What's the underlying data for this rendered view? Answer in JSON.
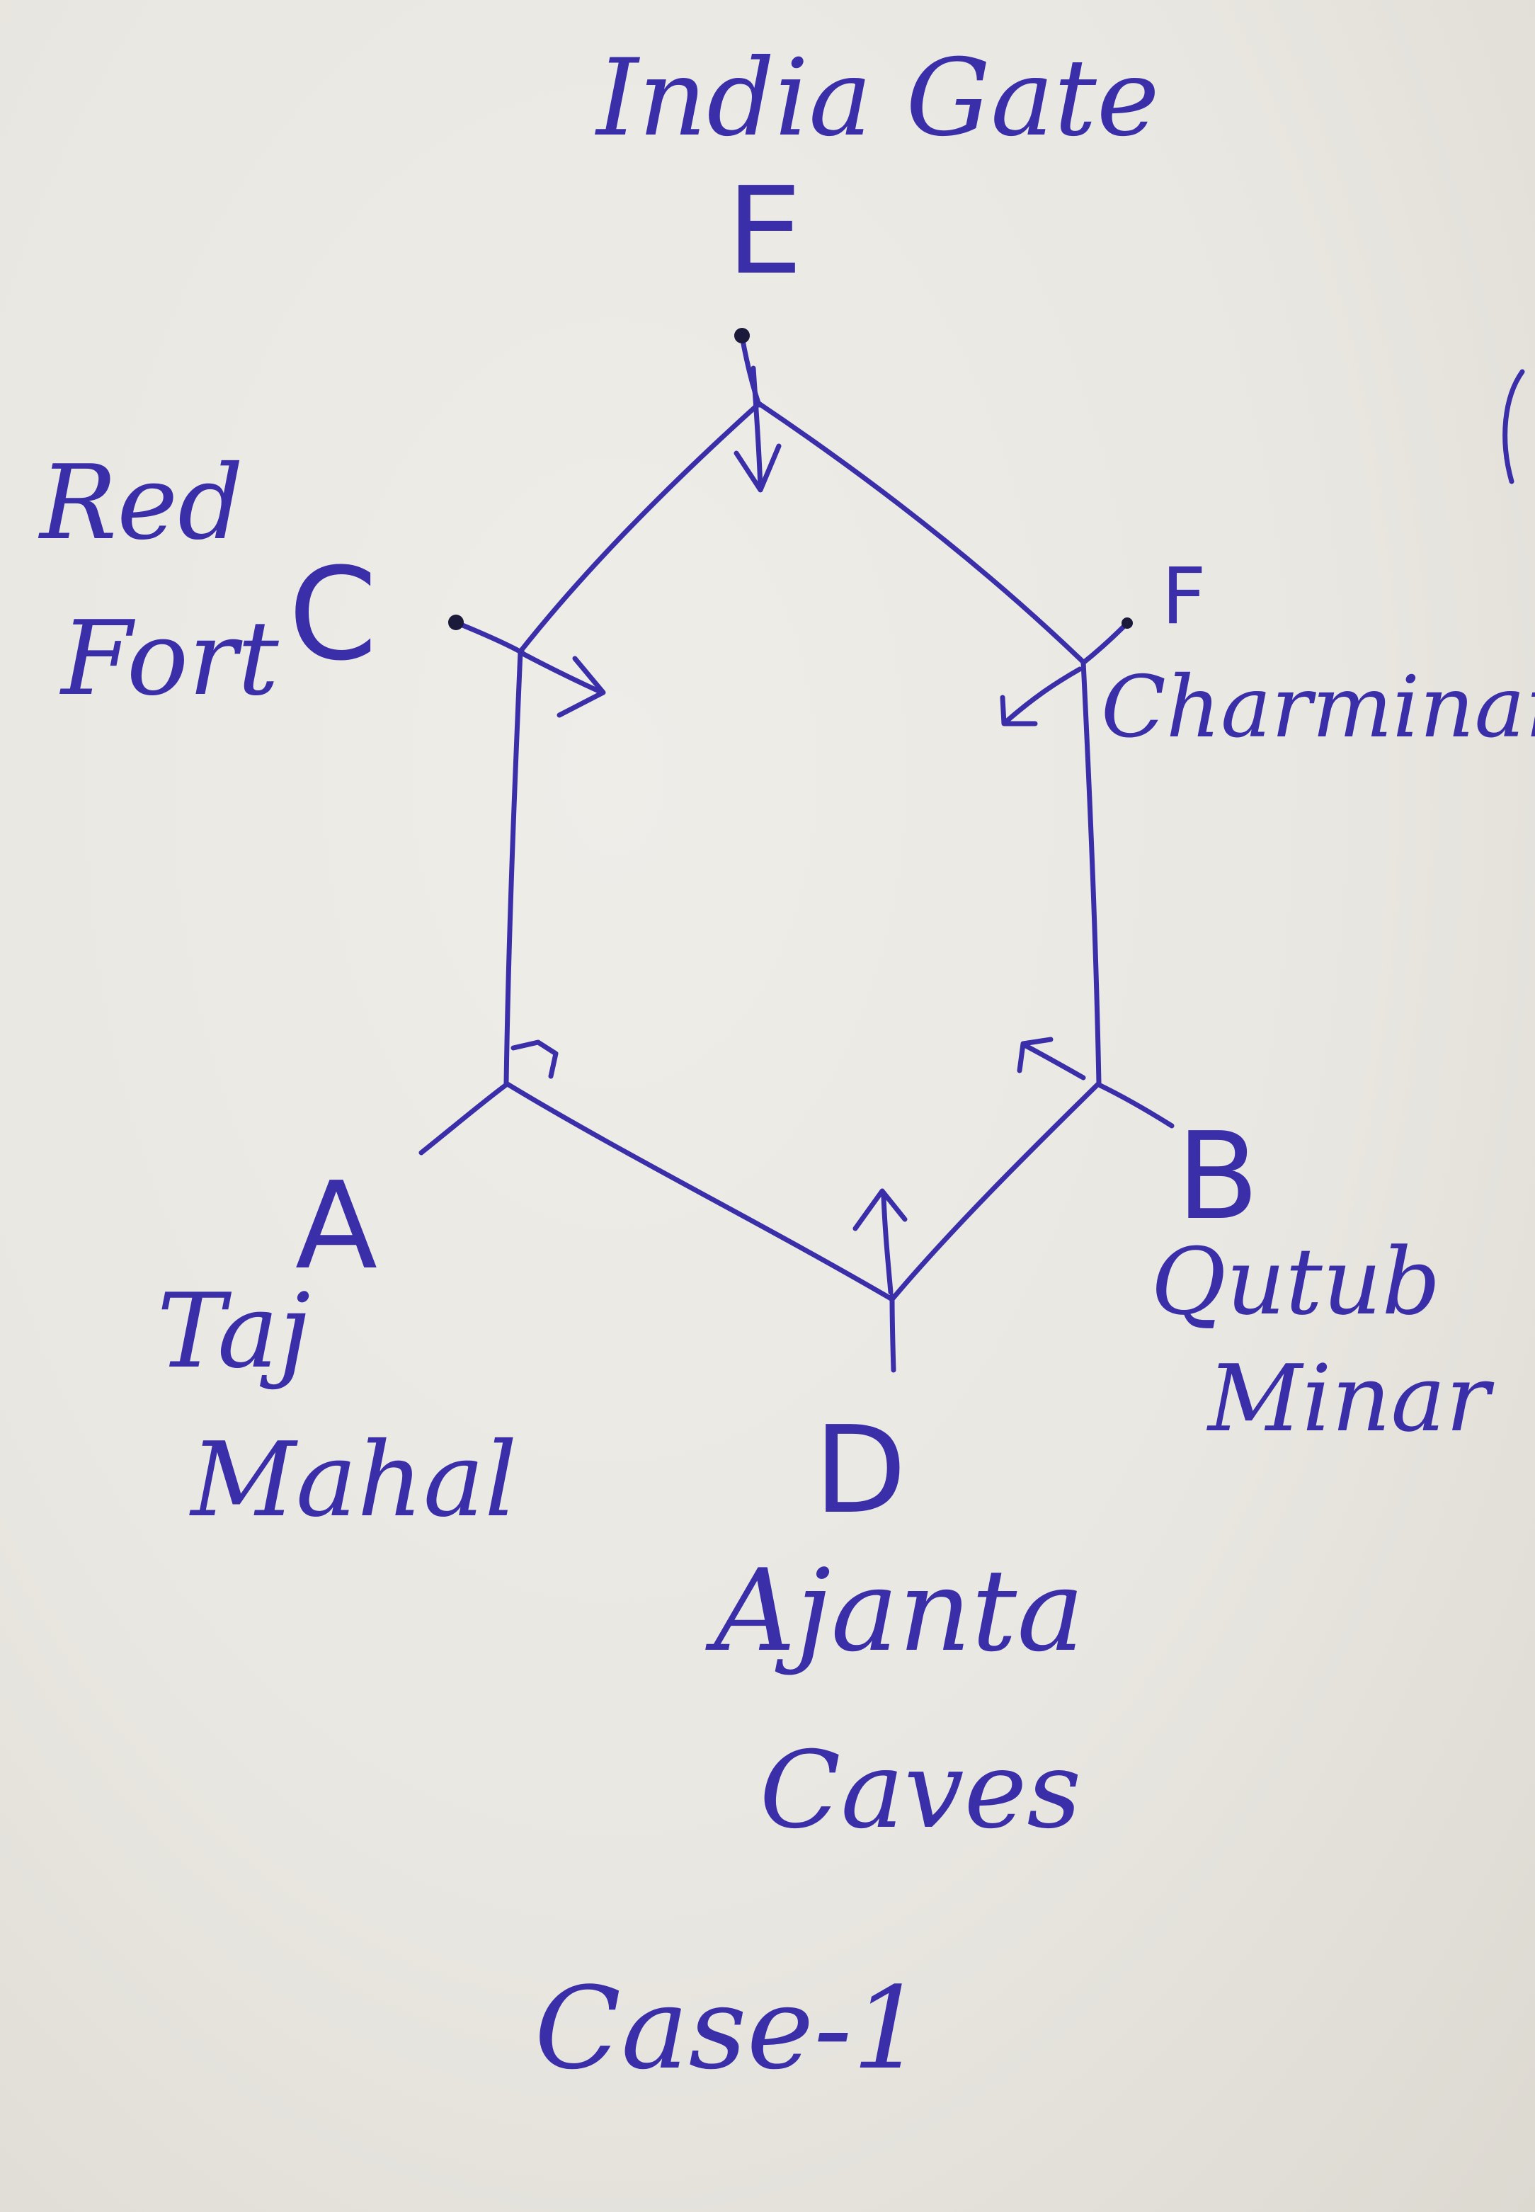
{
  "colors": {
    "ink": "#3a2fa8",
    "paper": "#ebe9e4"
  },
  "nodes": {
    "E": {
      "letter": "E",
      "name": "India Gate"
    },
    "C": {
      "letter": "C",
      "name_line1": "Red",
      "name_line2": "Fort"
    },
    "F": {
      "letter": "F",
      "name": "Charminar"
    },
    "A": {
      "letter": "A",
      "name_line1": "Taj",
      "name_line2": "Mahal"
    },
    "B": {
      "letter": "B",
      "name_line1": "Qutub",
      "name_line2": "Minar"
    },
    "D": {
      "letter": "D",
      "name_line1": "Ajanta",
      "name_line2": "Caves"
    }
  },
  "caption": "Case-1"
}
